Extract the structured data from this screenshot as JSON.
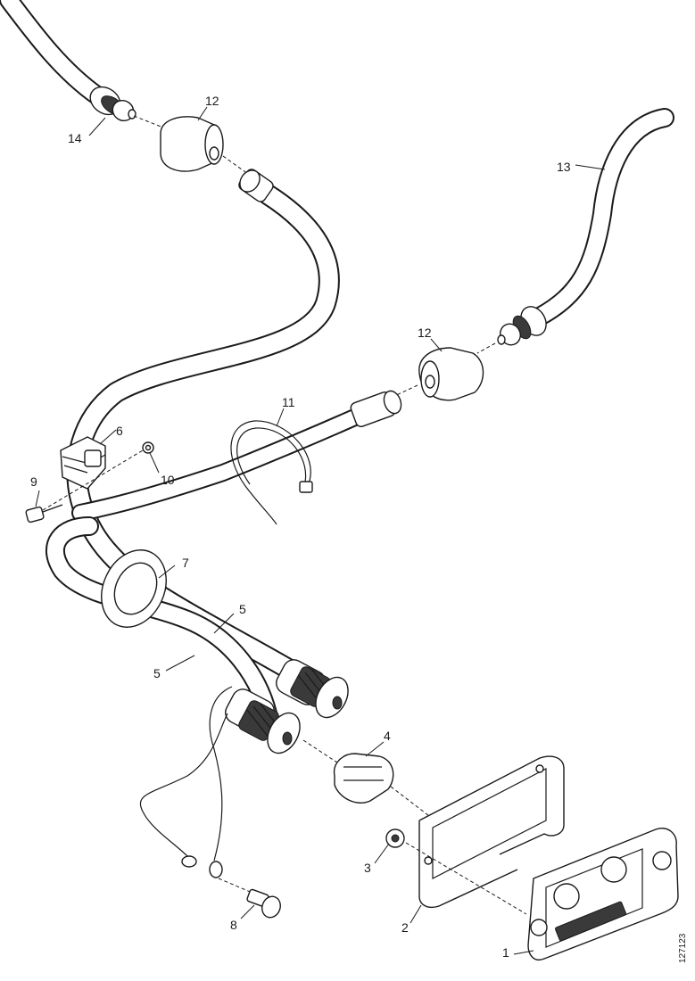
{
  "diagram": {
    "drawing_number": "127123",
    "callouts": [
      {
        "id": "c1",
        "text": "1"
      },
      {
        "id": "c2",
        "text": "2"
      },
      {
        "id": "c3",
        "text": "3"
      },
      {
        "id": "c4",
        "text": "4"
      },
      {
        "id": "c5a",
        "text": "5"
      },
      {
        "id": "c5b",
        "text": "5"
      },
      {
        "id": "c6",
        "text": "6"
      },
      {
        "id": "c7",
        "text": "7"
      },
      {
        "id": "c8",
        "text": "8"
      },
      {
        "id": "c9",
        "text": "9"
      },
      {
        "id": "c10",
        "text": "10"
      },
      {
        "id": "c11",
        "text": "11"
      },
      {
        "id": "c12a",
        "text": "12"
      },
      {
        "id": "c12b",
        "text": "12"
      },
      {
        "id": "c13",
        "text": "13"
      },
      {
        "id": "c14",
        "text": "14"
      }
    ]
  }
}
